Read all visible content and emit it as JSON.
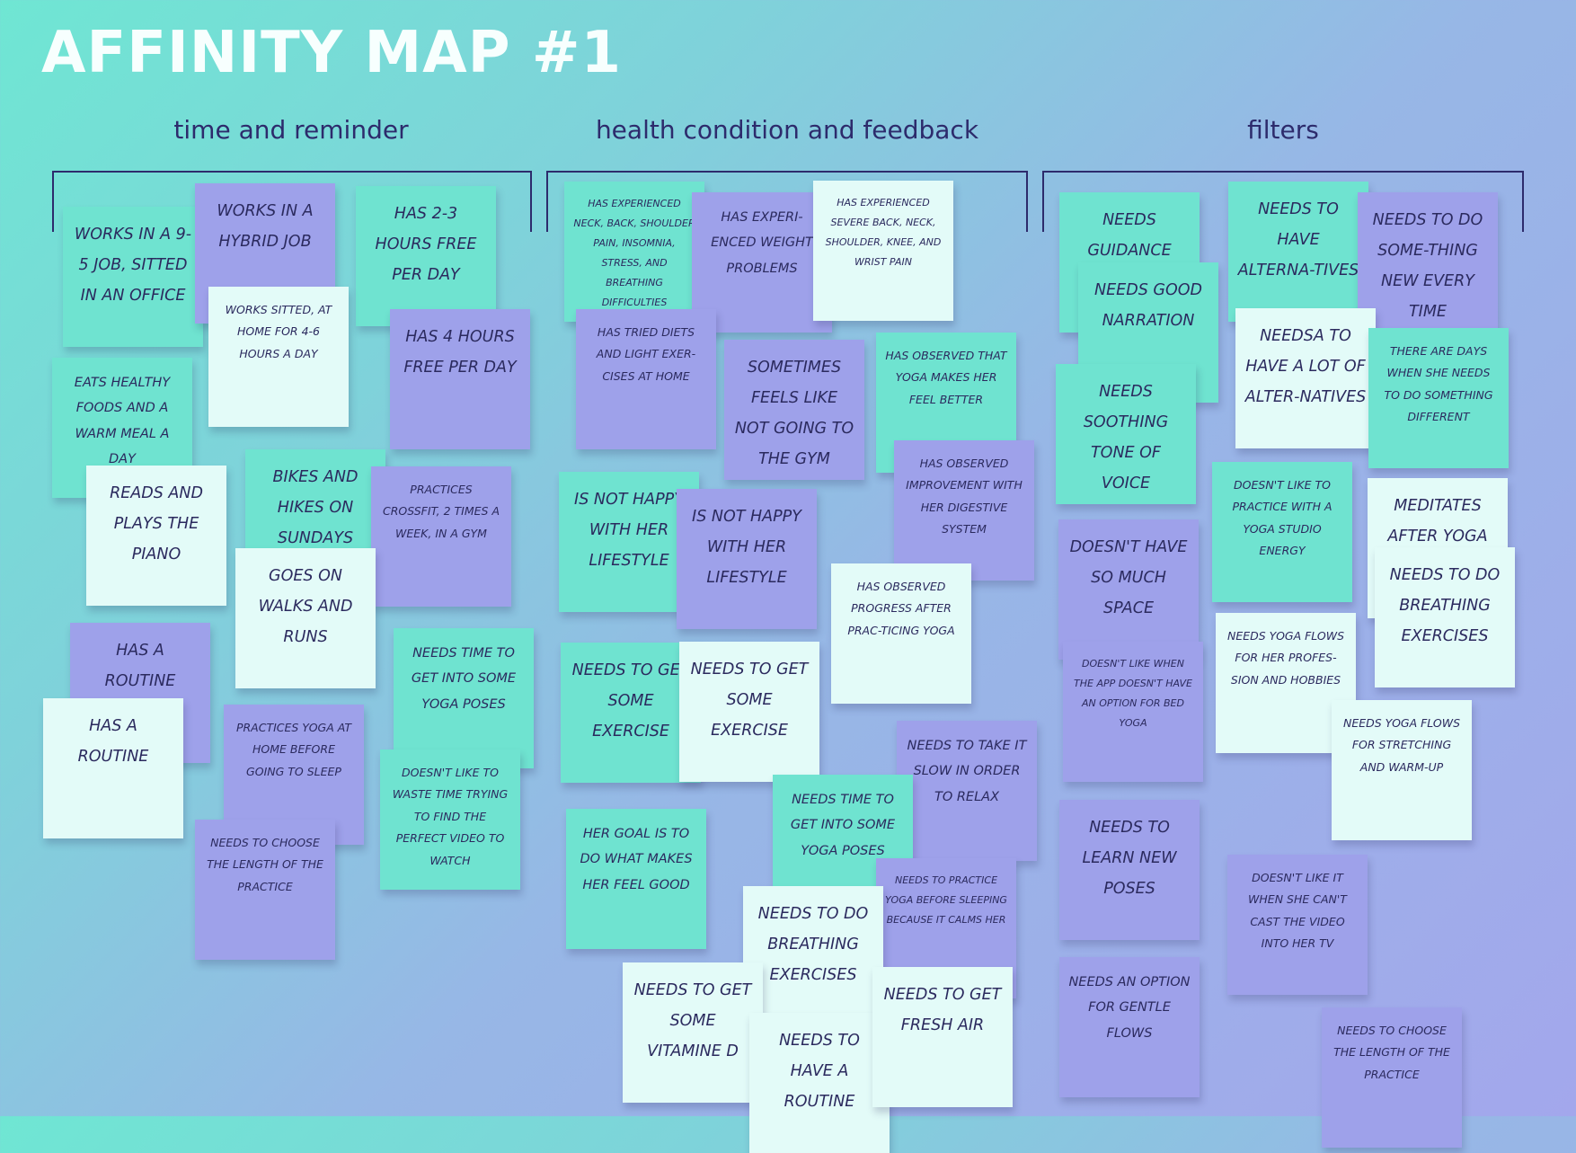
{
  "title": "AFFINITY MAP #1",
  "groups": [
    {
      "label": "time and reminder"
    },
    {
      "label": "health condition and feedback"
    },
    {
      "label": "filters"
    }
  ],
  "notes": [
    {
      "text": "Works in a 9-5 job, sitted in an office",
      "color": "#6fe3d0"
    },
    {
      "text": "Works in a hybrid job",
      "color": "#9ea1ea"
    },
    {
      "text": "Has 2-3 hours free per day",
      "color": "#6fe3d0"
    },
    {
      "text": "Works sitted, at home for 4-6 hours a day",
      "color": "#e3fbf8"
    },
    {
      "text": "Has 4 hours free per day",
      "color": "#9ea1ea"
    },
    {
      "text": "Eats healthy foods and a warm meal a day",
      "color": "#6fe3d0"
    },
    {
      "text": "Reads and plays the piano",
      "color": "#e3fbf8"
    },
    {
      "text": "Bikes and hikes on sundays",
      "color": "#6fe3d0"
    },
    {
      "text": "Practices crossfit, 2 times a week, in a gym",
      "color": "#9ea1ea"
    },
    {
      "text": "Goes on walks and runs",
      "color": "#e3fbf8"
    },
    {
      "text": "Has a routine",
      "color": "#9ea1ea"
    },
    {
      "text": "Has a routine",
      "color": "#e3fbf8"
    },
    {
      "text": "Practices yoga at home before going to sleep",
      "color": "#9ea1ea"
    },
    {
      "text": "Needs time to get into some yoga poses",
      "color": "#6fe3d0"
    },
    {
      "text": "Doesn't like to waste time trying to find the perfect video to watch",
      "color": "#6fe3d0"
    },
    {
      "text": "Needs to choose the length of the practice",
      "color": "#9ea1ea"
    },
    {
      "text": "Has experienced neck, back, shoulder pain, insomnia, stress, and breathing difficulties",
      "color": "#6fe3d0"
    },
    {
      "text": "Has experi-enced weight problems",
      "color": "#9ea1ea"
    },
    {
      "text": "Has experienced severe back, neck, shoulder, knee, and wrist pain",
      "color": "#e3fbf8"
    },
    {
      "text": "Has tried diets and light exer-cises at home",
      "color": "#9ea1ea"
    },
    {
      "text": "Sometimes feels like not going to the gym",
      "color": "#9ea1ea"
    },
    {
      "text": "Has observed that yoga makes her feel better",
      "color": "#6fe3d0"
    },
    {
      "text": "Has observed improvement with her digestive system",
      "color": "#9ea1ea"
    },
    {
      "text": "Is not happy with her lifestyle",
      "color": "#6fe3d0"
    },
    {
      "text": "Is not happy with her lifestyle",
      "color": "#9ea1ea"
    },
    {
      "text": "Has observed progress after prac-ticing yoga",
      "color": "#e3fbf8"
    },
    {
      "text": "Needs to get some exercise",
      "color": "#6fe3d0"
    },
    {
      "text": "Needs to get some exercise",
      "color": "#e3fbf8"
    },
    {
      "text": "Needs to take it slow in order to relax",
      "color": "#9ea1ea"
    },
    {
      "text": "Needs time to get into some yoga poses",
      "color": "#6fe3d0"
    },
    {
      "text": "Her goal is to do what makes her feel good",
      "color": "#6fe3d0"
    },
    {
      "text": "Needs to practice yoga before sleeping because it calms her",
      "color": "#9ea1ea"
    },
    {
      "text": "Needs to do breathing exercises",
      "color": "#e3fbf8"
    },
    {
      "text": "Needs to get some vitamine D",
      "color": "#e3fbf8"
    },
    {
      "text": "Needs to have a routine",
      "color": "#e3fbf8"
    },
    {
      "text": "Needs to get fresh air",
      "color": "#e3fbf8"
    },
    {
      "text": "Needs guidance",
      "color": "#6fe3d0"
    },
    {
      "text": "Needs good narration",
      "color": "#6fe3d0"
    },
    {
      "text": "Needs soothing tone of voice",
      "color": "#6fe3d0"
    },
    {
      "text": "Needs to have alterna-tives",
      "color": "#6fe3d0"
    },
    {
      "text": "Needs to do some-thing new every time",
      "color": "#9ea1ea"
    },
    {
      "text": "Needsa to have a lot of alter-natives",
      "color": "#e3fbf8"
    },
    {
      "text": "There are days when she needs to do something different",
      "color": "#6fe3d0"
    },
    {
      "text": "Doesn't have so much space",
      "color": "#9ea1ea"
    },
    {
      "text": "Doesn't like to practice with a yoga studio energy",
      "color": "#6fe3d0"
    },
    {
      "text": "Meditates after yoga",
      "color": "#e3fbf8"
    },
    {
      "text": "Needs to do breathing exercises",
      "color": "#e3fbf8"
    },
    {
      "text": "Doesn't like when the app doesn't have an option for bed yoga",
      "color": "#9ea1ea"
    },
    {
      "text": "Needs yoga flows for her profes-sion and hobbies",
      "color": "#e3fbf8"
    },
    {
      "text": "Needs yoga flows for stretching and warm-up",
      "color": "#e3fbf8"
    },
    {
      "text": "Needs to learn new poses",
      "color": "#9ea1ea"
    },
    {
      "text": "Doesn't like it when she can't cast the video into her TV",
      "color": "#9ea1ea"
    },
    {
      "text": "Needs an option for gentle flows",
      "color": "#9ea1ea"
    },
    {
      "text": "Needs to choose the length of the practice",
      "color": "#9ea1ea"
    }
  ]
}
